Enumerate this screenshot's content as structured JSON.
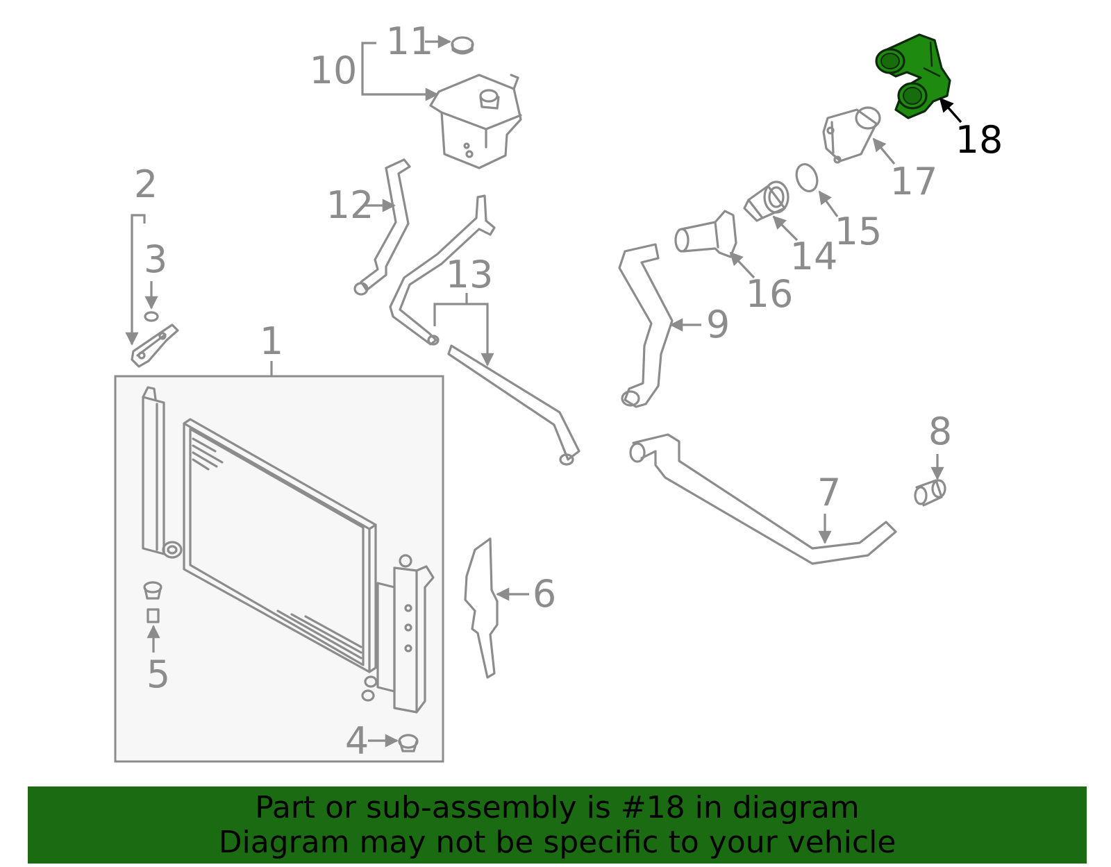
{
  "diagram": {
    "callouts": [
      "1",
      "2",
      "3",
      "4",
      "5",
      "6",
      "7",
      "8",
      "9",
      "10",
      "11",
      "12",
      "13",
      "14",
      "15",
      "16",
      "17",
      "18"
    ],
    "highlighted_callout": "18",
    "highlight_color": "#1e8a10",
    "part_line_color": "#8c8c8c",
    "panel_fill": "#f7f7f7"
  },
  "banner": {
    "line1": "Part or sub-assembly is #18 in diagram",
    "line2": "Diagram may not be specific to your vehicle",
    "background": "#1a6b12"
  }
}
